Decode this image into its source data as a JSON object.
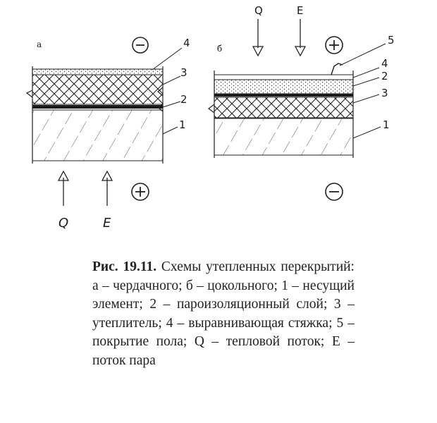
{
  "diagram_a": {
    "panel_label": "а",
    "sign_top": "−",
    "sign_bottom": "+",
    "layer_labels": [
      "4",
      "3",
      "2",
      "1"
    ],
    "flux_labels": [
      "Q",
      "E"
    ]
  },
  "diagram_b": {
    "panel_label": "б",
    "sign_top": "+",
    "sign_bottom": "−",
    "layer_labels": [
      "5",
      "4",
      "2",
      "3",
      "1"
    ],
    "flux_labels": [
      "Q",
      "E"
    ]
  },
  "caption": {
    "label": "Рис. 19.11.",
    "text": " Схемы утепленных перекрытий: а – чердачного; б – цокольного; 1 – несущий элемент; 2 – пароизоляционный слой; 3 – утеплитель; 4 – выравнивающая стяжка; 5 – покрытие пола; Q – тепловой поток; Е – поток пара"
  }
}
